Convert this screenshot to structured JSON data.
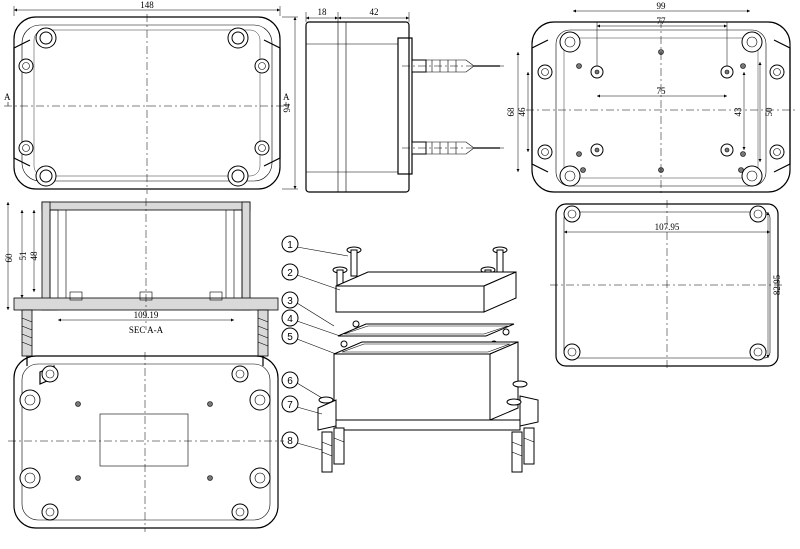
{
  "dimensions": {
    "top_width": "148",
    "top_height": "94",
    "section_marker_left": "A",
    "section_marker_right": "A",
    "side_width": "18",
    "side_depth": "42",
    "bottom_width": "99",
    "bottom_hole_span": "77",
    "bottom_inner_span": "75",
    "bottom_height": "68",
    "bottom_hole_height": "46",
    "bottom_inner_height": "43",
    "bottom_right_height": "50",
    "section_total_height": "60",
    "section_height_51": "51",
    "section_height_48": "48",
    "section_inner_width": "109.19",
    "section_caption": "SEC A-A",
    "gasket_width": "107.95",
    "gasket_height": "82.95"
  },
  "callouts": [
    "1",
    "2",
    "3",
    "4",
    "5",
    "6",
    "7",
    "8"
  ]
}
